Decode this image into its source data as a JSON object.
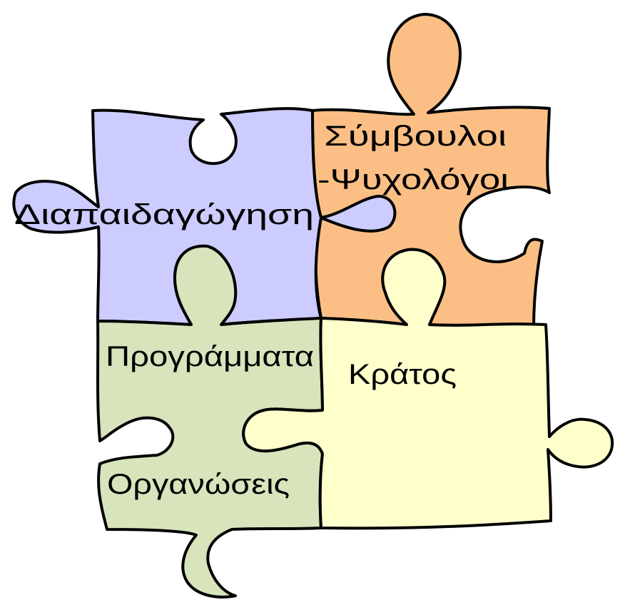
{
  "pieces": {
    "diapaidagogisi": {
      "lines": [
        "Διαπαιδαγώγηση"
      ],
      "color": "#ccccff"
    },
    "symvouloi": {
      "lines": [
        "Σύμβουλοι",
        "-Ψυχολόγοι"
      ],
      "color": "#fbbf85"
    },
    "programmata": {
      "lines": [
        "Προγράμματα",
        "Οργανώσεις"
      ],
      "color": "#d7e4bc"
    },
    "kratos": {
      "lines": [
        "Κράτος"
      ],
      "color": "#ffffcc"
    }
  },
  "outline_color": "#000000"
}
